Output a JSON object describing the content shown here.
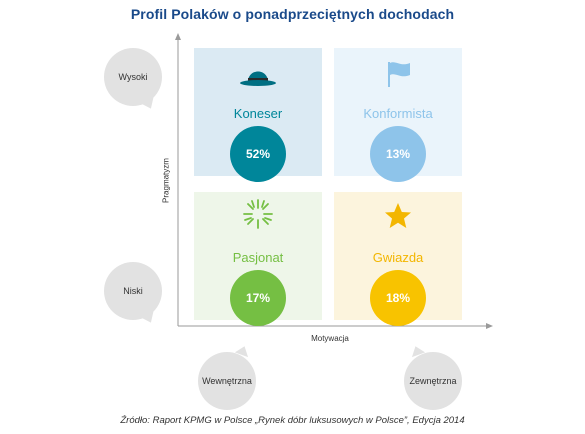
{
  "title": "Profil Polaków o ponadprzeciętnych dochodach",
  "axes": {
    "y_label": "Pragmatyzm",
    "x_label": "Motywacja",
    "y_high": "Wysoki",
    "y_low": "Niski",
    "x_left": "Wewnętrzna",
    "x_right": "Zewnętrzna"
  },
  "quadrants": [
    {
      "name": "Koneser",
      "value": "52%",
      "icon": "bowler-hat-icon",
      "color": "#00869a",
      "bg": "#dbeaf3"
    },
    {
      "name": "Konformista",
      "value": "13%",
      "icon": "flag-icon",
      "color": "#8ec4ea",
      "bg": "#eaf4fb"
    },
    {
      "name": "Pasjonat",
      "value": "17%",
      "icon": "firework-icon",
      "color": "#75bf43",
      "bg": "#eef6e9"
    },
    {
      "name": "Gwiazda",
      "value": "18%",
      "icon": "star-icon",
      "color": "#f8c300",
      "bg": "#fcf4dd"
    }
  ],
  "source": "Źródło: Raport KPMG w Polsce „Rynek dóbr luksusowych w Polsce”, Edycja 2014"
}
